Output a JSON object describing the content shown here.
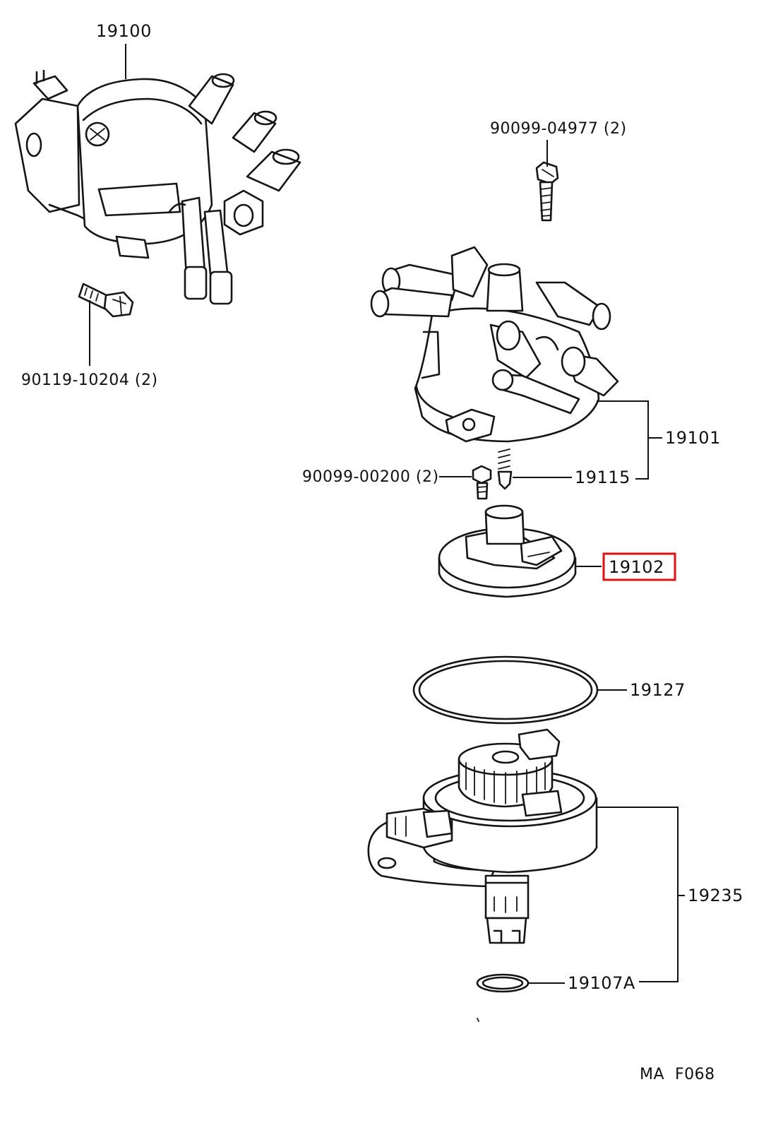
{
  "diagram": {
    "code": "MA  F068",
    "highlight_color": "#e01010",
    "parts": [
      {
        "id": "distributor_assy",
        "number": "19100"
      },
      {
        "id": "screw_top",
        "number": "90099-04977 (2)"
      },
      {
        "id": "bolt_left",
        "number": "90119-10204 (2)"
      },
      {
        "id": "distributor_cap",
        "number": "19101"
      },
      {
        "id": "screw_cap",
        "number": "90099-00200 (2)"
      },
      {
        "id": "cap_spring",
        "number": "19115"
      },
      {
        "id": "rotor",
        "number": "19102",
        "highlighted": true
      },
      {
        "id": "o_ring_large",
        "number": "19127"
      },
      {
        "id": "housing_assy",
        "number": "19235"
      },
      {
        "id": "o_ring_small",
        "number": "19107A"
      }
    ]
  }
}
